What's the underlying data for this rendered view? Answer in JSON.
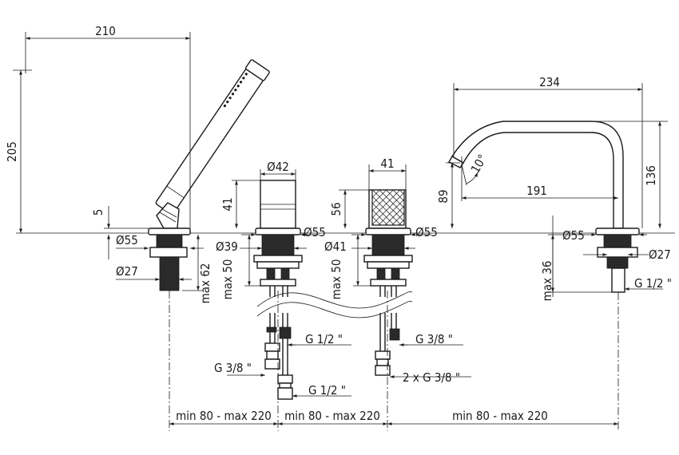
{
  "hand_shower": {
    "width": "210",
    "height": "205",
    "offset": "5",
    "flange_dia": "Ø55",
    "shank_dia": "Ø27",
    "max_depth": "max 62"
  },
  "valve_left": {
    "body_dia": "Ø42",
    "height": "41",
    "base_dia": "Ø39",
    "flange_dia": "Ø55",
    "max_depth": "max 50",
    "inlet": "G 1/2 \"",
    "outlet": "G 3/8 \"",
    "outlet_bottom": "G 1/2 \""
  },
  "valve_right": {
    "width": "41",
    "height": "56",
    "base_dia": "Ø41",
    "flange_dia": "Ø55",
    "max_depth": "max 50",
    "inlet": "G 3/8 \"",
    "outlets": "2 x G 3/8 \""
  },
  "spout": {
    "length": "234",
    "height": "136",
    "outlet_height": "89",
    "reach": "191",
    "angle": "10°",
    "flange_dia": "Ø55",
    "shank_dia": "Ø27",
    "max_depth": "max 36",
    "connection": "G 1/2 \""
  },
  "spacing": {
    "first": "min 80 - max 220",
    "second": "min 80 - max 220",
    "third": "min 80 - max 220"
  }
}
